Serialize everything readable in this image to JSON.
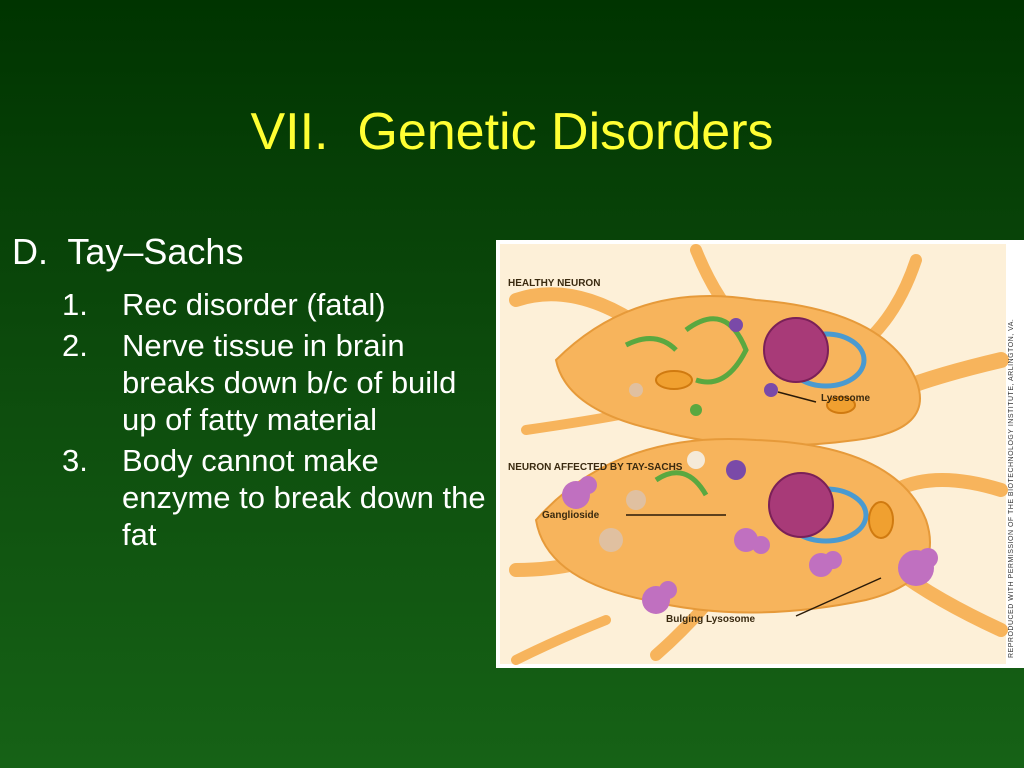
{
  "slide": {
    "title": "VII.  Genetic Disorders",
    "heading": "D.  Tay–Sachs",
    "items": [
      {
        "number": "1.",
        "text": "Rec disorder (fatal)"
      },
      {
        "number": "2.",
        "text": "Nerve tissue in brain breaks down b/c of build up of fatty material"
      },
      {
        "number": "3.",
        "text": "Body cannot make enzyme to break down the fat"
      }
    ]
  },
  "figure": {
    "labels": {
      "healthy_neuron": "HEALTHY NEURON",
      "lysosome": "Lysosome",
      "affected_neuron": "NEURON AFFECTED BY TAY-SACHS",
      "ganglioside": "Ganglioside",
      "bulging_lysosome": "Bulging Lysosome"
    },
    "credit": "REPRODUCED WITH PERMISSION OF THE BIOTECHNOLOGY INSTITUTE, ARLINGTON, VA."
  },
  "colors": {
    "background": "#0c4a0c",
    "title": "#ffff33",
    "text": "#ffffff",
    "neuron": "#f7b45c",
    "nucleus": "#a83a78",
    "lysosome": "#7a4aa8"
  }
}
